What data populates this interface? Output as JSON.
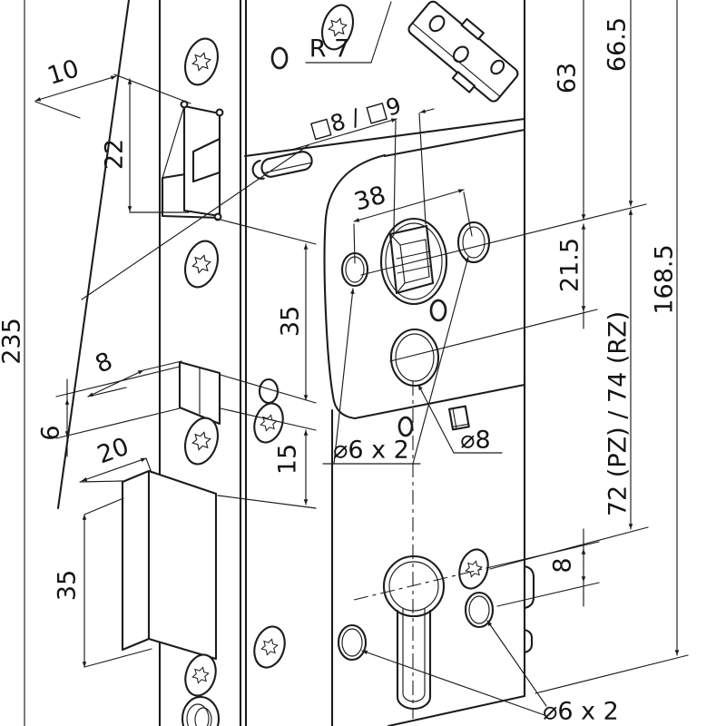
{
  "drawing": {
    "type": "technical-drawing",
    "subject": "mortise-lock-dimension-diagram",
    "colors": {
      "background": "#ffffff",
      "line": "#1c1c1c",
      "text": "#141414"
    },
    "dims": {
      "d10": "10",
      "d22": "22",
      "d235": "235",
      "d89": "□8 / □9",
      "d38": "38",
      "d63": "63",
      "d665": "66.5",
      "d215": "21.5",
      "d72": "72 (PZ) / 74 (RZ)",
      "d1685": "168.5",
      "d35u": "35",
      "d15": "15",
      "d6": "6",
      "d8l": "8",
      "d20": "20",
      "d35d": "35",
      "d8r": "8"
    },
    "labels": {
      "r7": "R 7",
      "dia6x2_upper": "⌀6 x 2",
      "dia8": "⌀8",
      "dia6x2_lower": "⌀6 x 2"
    }
  }
}
